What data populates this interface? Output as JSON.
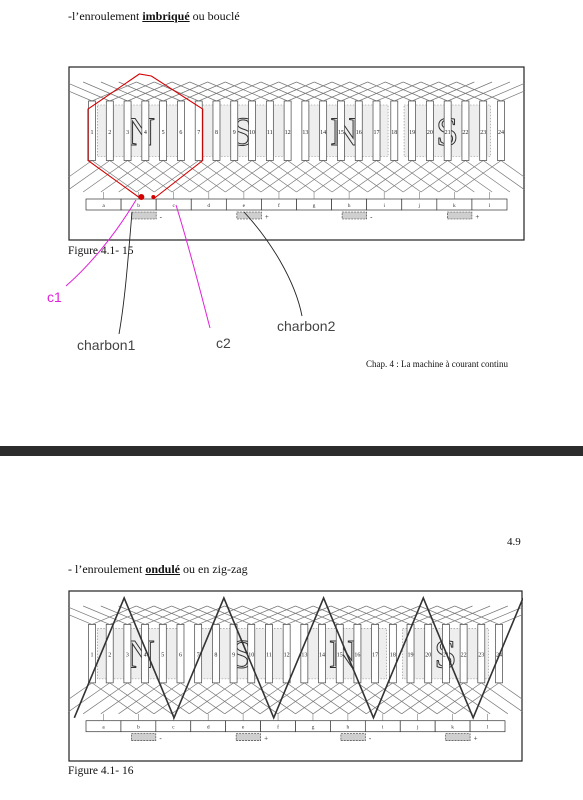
{
  "page1": {
    "heading_prefix": "-l’enroulement ",
    "heading_keyword": "imbriqué",
    "heading_suffix": " ou bouclé",
    "figure_caption": "Figure 4.1- 15",
    "annotations": {
      "c1": "c1",
      "c2": "c2",
      "charbon1": "charbon1",
      "charbon2": "charbon2"
    },
    "chapter_footer": "Chap. 4 : La machine à courant continu",
    "poles": [
      "N",
      "S",
      "N",
      "S"
    ],
    "slots": [
      "1",
      "2",
      "3",
      "4",
      "5",
      "6",
      "7",
      "8",
      "9",
      "10",
      "11",
      "12",
      "13",
      "14",
      "15",
      "16",
      "17",
      "18",
      "19",
      "20",
      "21",
      "22",
      "23",
      "24"
    ],
    "commutator_segments": [
      "a",
      "b",
      "c",
      "d",
      "e",
      "f",
      "g",
      "h",
      "i",
      "j",
      "k",
      "l"
    ],
    "brush_polarities": [
      "-",
      "+",
      "-",
      "+"
    ]
  },
  "page2": {
    "page_number": "4.9",
    "heading_prefix": "- l’enroulement ",
    "heading_keyword": "ondulé",
    "heading_suffix": " ou en zig-zag",
    "figure_caption": "Figure 4.1- 16",
    "poles": [
      "N",
      "S",
      "N",
      "S"
    ],
    "slots": [
      "1",
      "2",
      "3",
      "4",
      "5",
      "6",
      "7",
      "8",
      "9",
      "10",
      "11",
      "12",
      "13",
      "14",
      "15",
      "16",
      "17",
      "18",
      "19",
      "20",
      "21",
      "22",
      "23",
      "24"
    ],
    "commutator_segments": [
      "a",
      "b",
      "c",
      "d",
      "e",
      "f",
      "g",
      "h",
      "i",
      "j",
      "k",
      "l"
    ],
    "brush_polarities": [
      "-",
      "+",
      "-",
      "+"
    ]
  },
  "colors": {
    "annotation_magenta": "#e021d9",
    "trace_red": "#d40000",
    "divider": "#2c2c2c"
  }
}
